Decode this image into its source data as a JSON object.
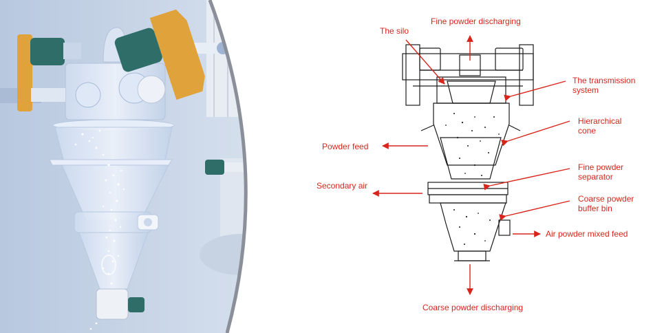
{
  "colors": {
    "label_red": "#d9241b",
    "arrow_red": "#d9241b",
    "render_bg": "#c5d3e6",
    "motor_teal": "#2f6e68",
    "flange_orange": "#e0a23a",
    "line_black": "#1a1a1a"
  },
  "labels": {
    "fine_powder_discharging": "Fine powder discharging",
    "the_silo": "The silo",
    "transmission_system": "The transmission system",
    "hierarchical_cone": "Hierarchical cone",
    "powder_feed": "Powder feed",
    "fine_powder_separator": "Fine powder separator",
    "secondary_air": "Secondary air",
    "coarse_powder_buffer_bin": "Coarse powder buffer bin",
    "air_powder_mixed_feed": "Air powder mixed feed",
    "coarse_powder_discharging": "Coarse powder discharging"
  },
  "icons": {
    "left_motor": "motor-icon",
    "right_motor": "motor-icon",
    "side_motor": "motor-icon",
    "valve_motor": "motor-icon"
  }
}
